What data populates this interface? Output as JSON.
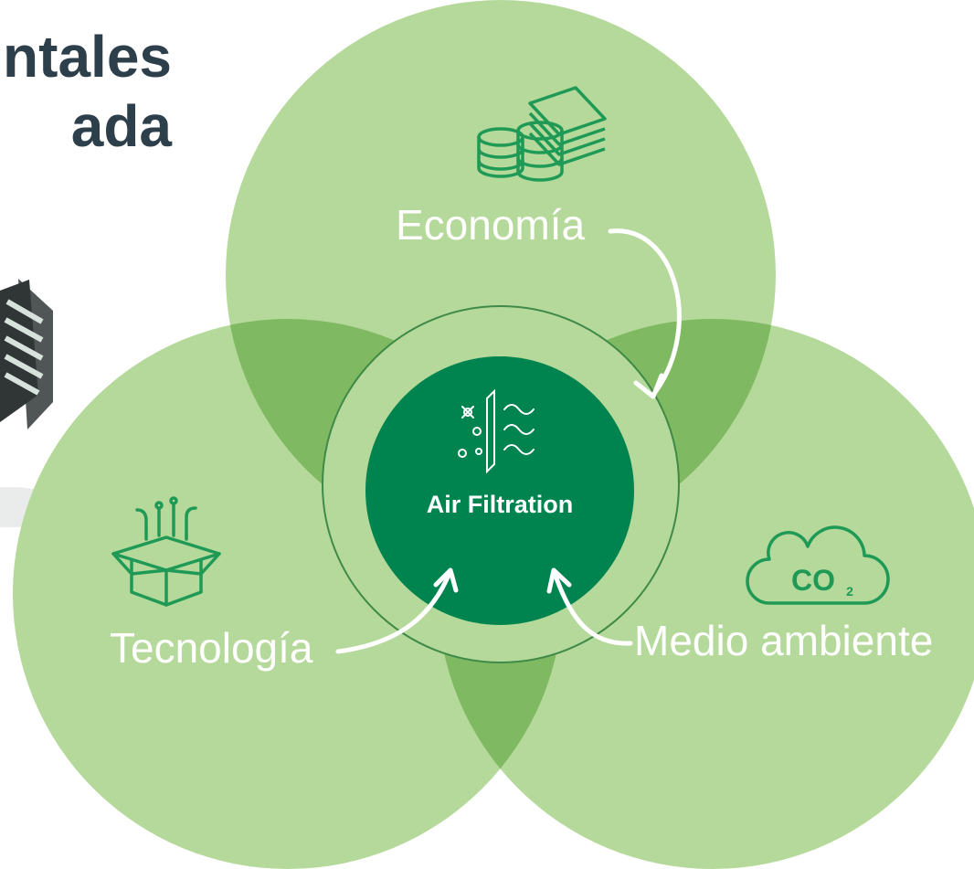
{
  "heading": {
    "line1": "ntales",
    "line2": "ada"
  },
  "center": {
    "label": "Air Filtration",
    "icon": "air-filter-icon",
    "color": "#00844f"
  },
  "circles": {
    "top": {
      "label": "Economía",
      "icon": "money-stack-icon"
    },
    "left": {
      "label": "Tecnología",
      "icon": "technology-box-icon"
    },
    "right": {
      "label": "Medio ambiente",
      "icon": "co2-cloud-icon",
      "icon_text": "CO",
      "icon_sub": "2"
    }
  },
  "colors": {
    "circle_fill": "#b5d99a",
    "overlap_fill": "#7fb961",
    "center_fill": "#00844f",
    "ring_stroke": "#3f8a47",
    "heading": "#2e3f4c",
    "icon_stroke": "#1f9a56"
  }
}
